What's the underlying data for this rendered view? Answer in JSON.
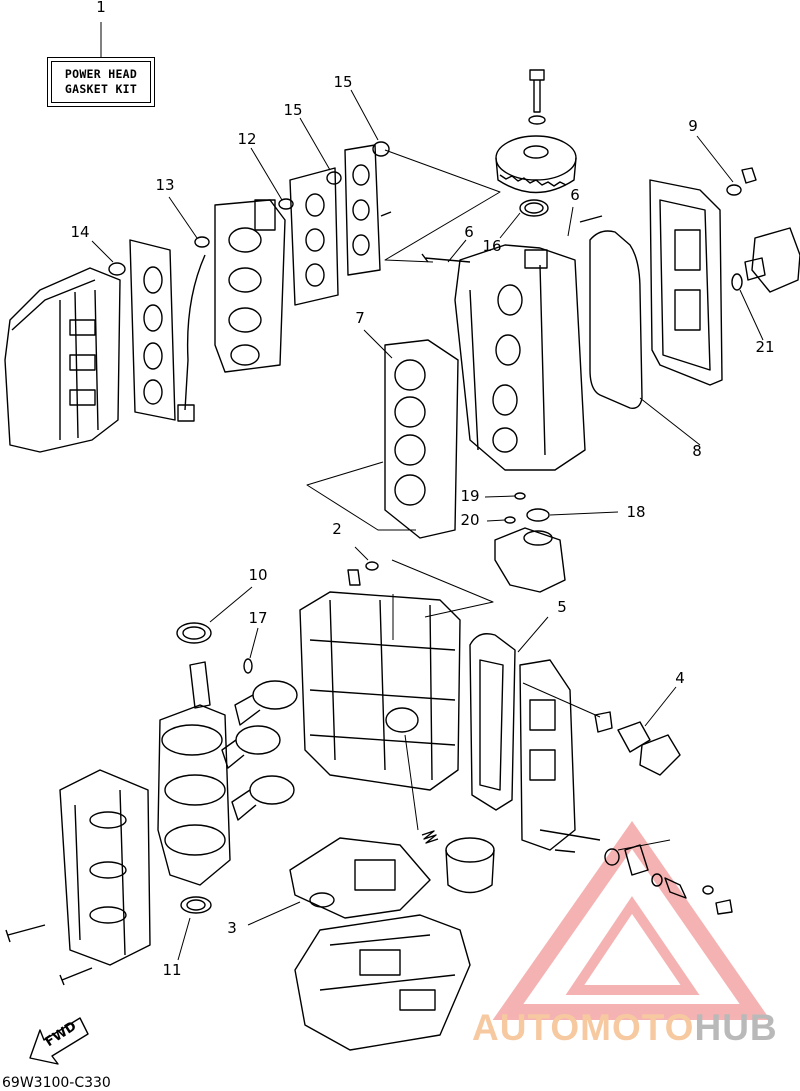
{
  "kit_label": {
    "line1": "POWER HEAD",
    "line2": "GASKET KIT"
  },
  "fwd_label": "FWD",
  "diagram_code": "69W3100-C330",
  "watermark": {
    "part1": "AUTOMOTO",
    "part2": "HUB",
    "color_main": "#f6c9a0",
    "color_suffix": "#b9b9b9",
    "triangle_color": "#f08a8a"
  },
  "callouts": [
    {
      "num": "1",
      "part": "gasket-kit"
    },
    {
      "num": "2",
      "part": "gasket"
    },
    {
      "num": "3",
      "part": "gasket"
    },
    {
      "num": "4",
      "part": "gasket"
    },
    {
      "num": "5",
      "part": "gasket"
    },
    {
      "num": "6",
      "part": "o-ring"
    },
    {
      "num": "6",
      "part": "o-ring"
    },
    {
      "num": "7",
      "part": "cylinder-head-gasket"
    },
    {
      "num": "8",
      "part": "gasket"
    },
    {
      "num": "9",
      "part": "o-ring"
    },
    {
      "num": "10",
      "part": "oil-seal"
    },
    {
      "num": "11",
      "part": "oil-seal"
    },
    {
      "num": "12",
      "part": "o-ring"
    },
    {
      "num": "13",
      "part": "o-ring"
    },
    {
      "num": "14",
      "part": "o-ring"
    },
    {
      "num": "15",
      "part": "o-ring"
    },
    {
      "num": "15",
      "part": "o-ring"
    },
    {
      "num": "16",
      "part": "oil-seal"
    },
    {
      "num": "17",
      "part": "o-ring"
    },
    {
      "num": "18",
      "part": "o-ring"
    },
    {
      "num": "19",
      "part": "o-ring"
    },
    {
      "num": "20",
      "part": "o-ring"
    },
    {
      "num": "21",
      "part": "o-ring"
    }
  ]
}
